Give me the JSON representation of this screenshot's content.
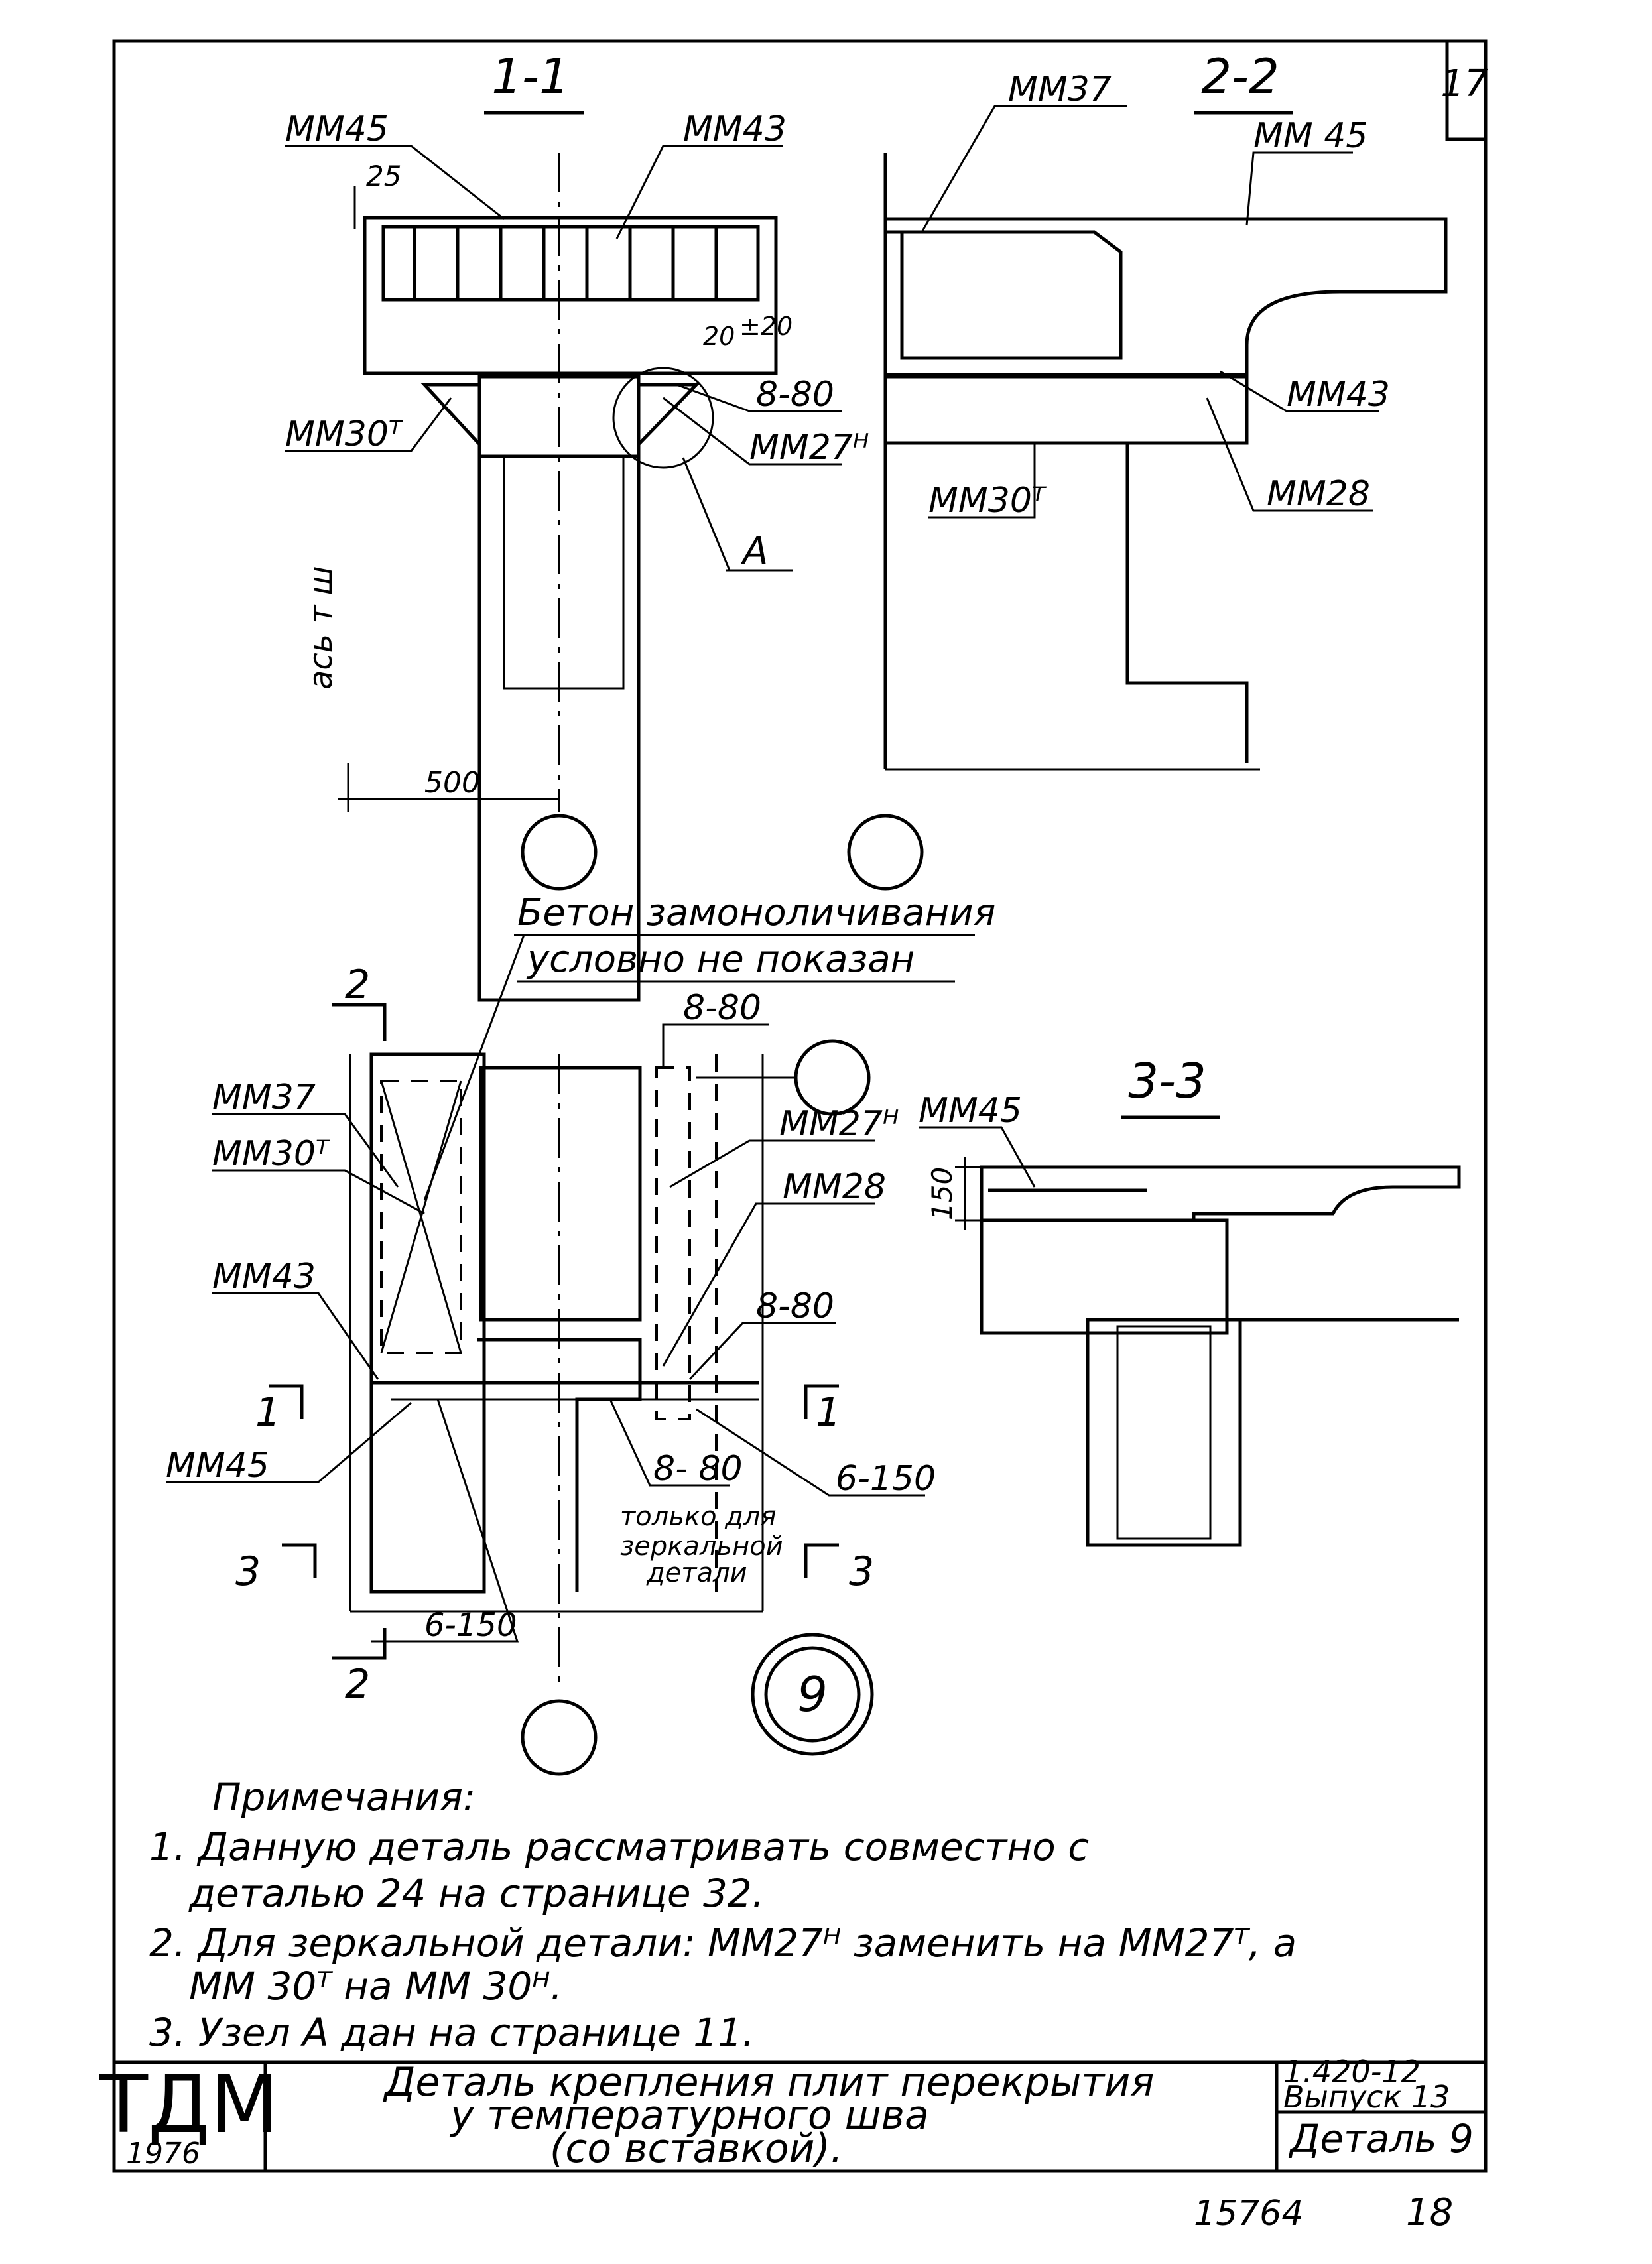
{
  "sheet": {
    "page_number": "17",
    "bottom_number_left": "15764",
    "bottom_number_right": "18"
  },
  "section_1_1": {
    "title": "1-1",
    "labels": {
      "mm45": "MM45",
      "mm43": "MM43",
      "dim_25": "25",
      "dim_20": "20",
      "dim_pm20": "±20",
      "rebar_8_80": "8-80",
      "mm30t": "MM30ᵀ",
      "mm27h": "MM27ᴴ",
      "node_a": "A",
      "axis": "ась т ш",
      "dim_500": "500"
    }
  },
  "section_2_2": {
    "title": "2-2",
    "labels": {
      "mm37": "MM37",
      "mm45": "MM 45",
      "mm43": "MM43",
      "mm30t": "MM30ᵀ",
      "mm28": "MM28"
    }
  },
  "plan_view": {
    "note_line1": "Бетон замоноличивания",
    "note_line2": "условно не показан",
    "labels": {
      "mm37": "MM37",
      "mm30t": "MM30ᵀ",
      "mm43": "MM43",
      "mm45": "MM45",
      "mm27h": "MM27ᴴ",
      "mm28": "MM28",
      "r8_80_top": "8-80",
      "r8_80_mid": "8-80",
      "r8_80_low": "8- 80",
      "r6_150_right": "6-150",
      "r6_150_left": "6-150",
      "mirror_1": "только для",
      "mirror_2": "зеркальной",
      "mirror_3": "детали",
      "cut_2_top": "2",
      "cut_2_bottom": "2",
      "cut_1_left": "1",
      "cut_1_right": "1",
      "cut_3_left": "3",
      "cut_3_right": "3",
      "detail_number": "9"
    }
  },
  "section_3_3": {
    "title": "3-3",
    "labels": {
      "mm45": "MM45",
      "dim_150": "150"
    }
  },
  "notes": {
    "heading": "Примечания:",
    "n1_line1": "1. Данную деталь рассматривать совместно с",
    "n1_line2": "деталью 24 на странице 32.",
    "n2_line1": "2. Для зеркальной детали: MM27ᴴ заменить на MM27ᵀ, а",
    "n2_line2": "MM 30ᵀ на MM 30ᴴ.",
    "n3": "3. Узел А дан на странице 11."
  },
  "title_block": {
    "logo": "ТДМ",
    "year": "1976",
    "title_line1": "Деталь крепления плит перекрытия",
    "title_line2": "у температурного шва",
    "title_line3": "(со вставкой).",
    "series": "1.420-12",
    "issue": "Выпуск 13",
    "detail": "Деталь 9"
  }
}
